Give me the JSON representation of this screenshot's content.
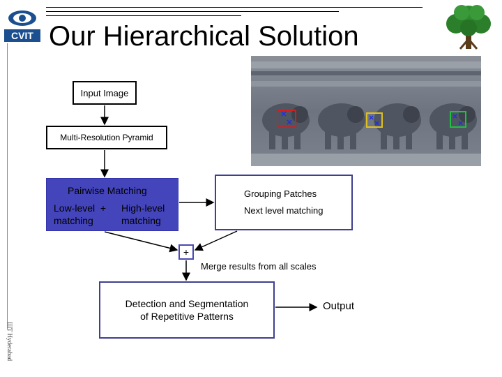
{
  "header": {
    "logo_text": "CVIT",
    "title": "Our Hierarchical Solution"
  },
  "sidebar": {
    "vertical_text": "IIIT Hyderabad"
  },
  "diagram": {
    "input_label": "Input Image",
    "pyramid_label": "Multi-Resolution Pyramid",
    "pairwise": {
      "title": "Pairwise Matching",
      "low_line1": "Low-level  +",
      "low_line2": "matching",
      "high_line1": "High-level",
      "high_line2": "matching"
    },
    "grouping": {
      "title": "Grouping Patches",
      "next": "Next level matching"
    },
    "merge_symbol": "+",
    "merge_label": "Merge results from all scales",
    "detection_line1": "Detection and Segmentation",
    "detection_line2": "of Repetitive Patterns",
    "output_label": "Output"
  },
  "colors": {
    "pairwise_fill": "#4444bb",
    "box_border": "#3f3f8f",
    "photo_stone": "#6e7480"
  }
}
